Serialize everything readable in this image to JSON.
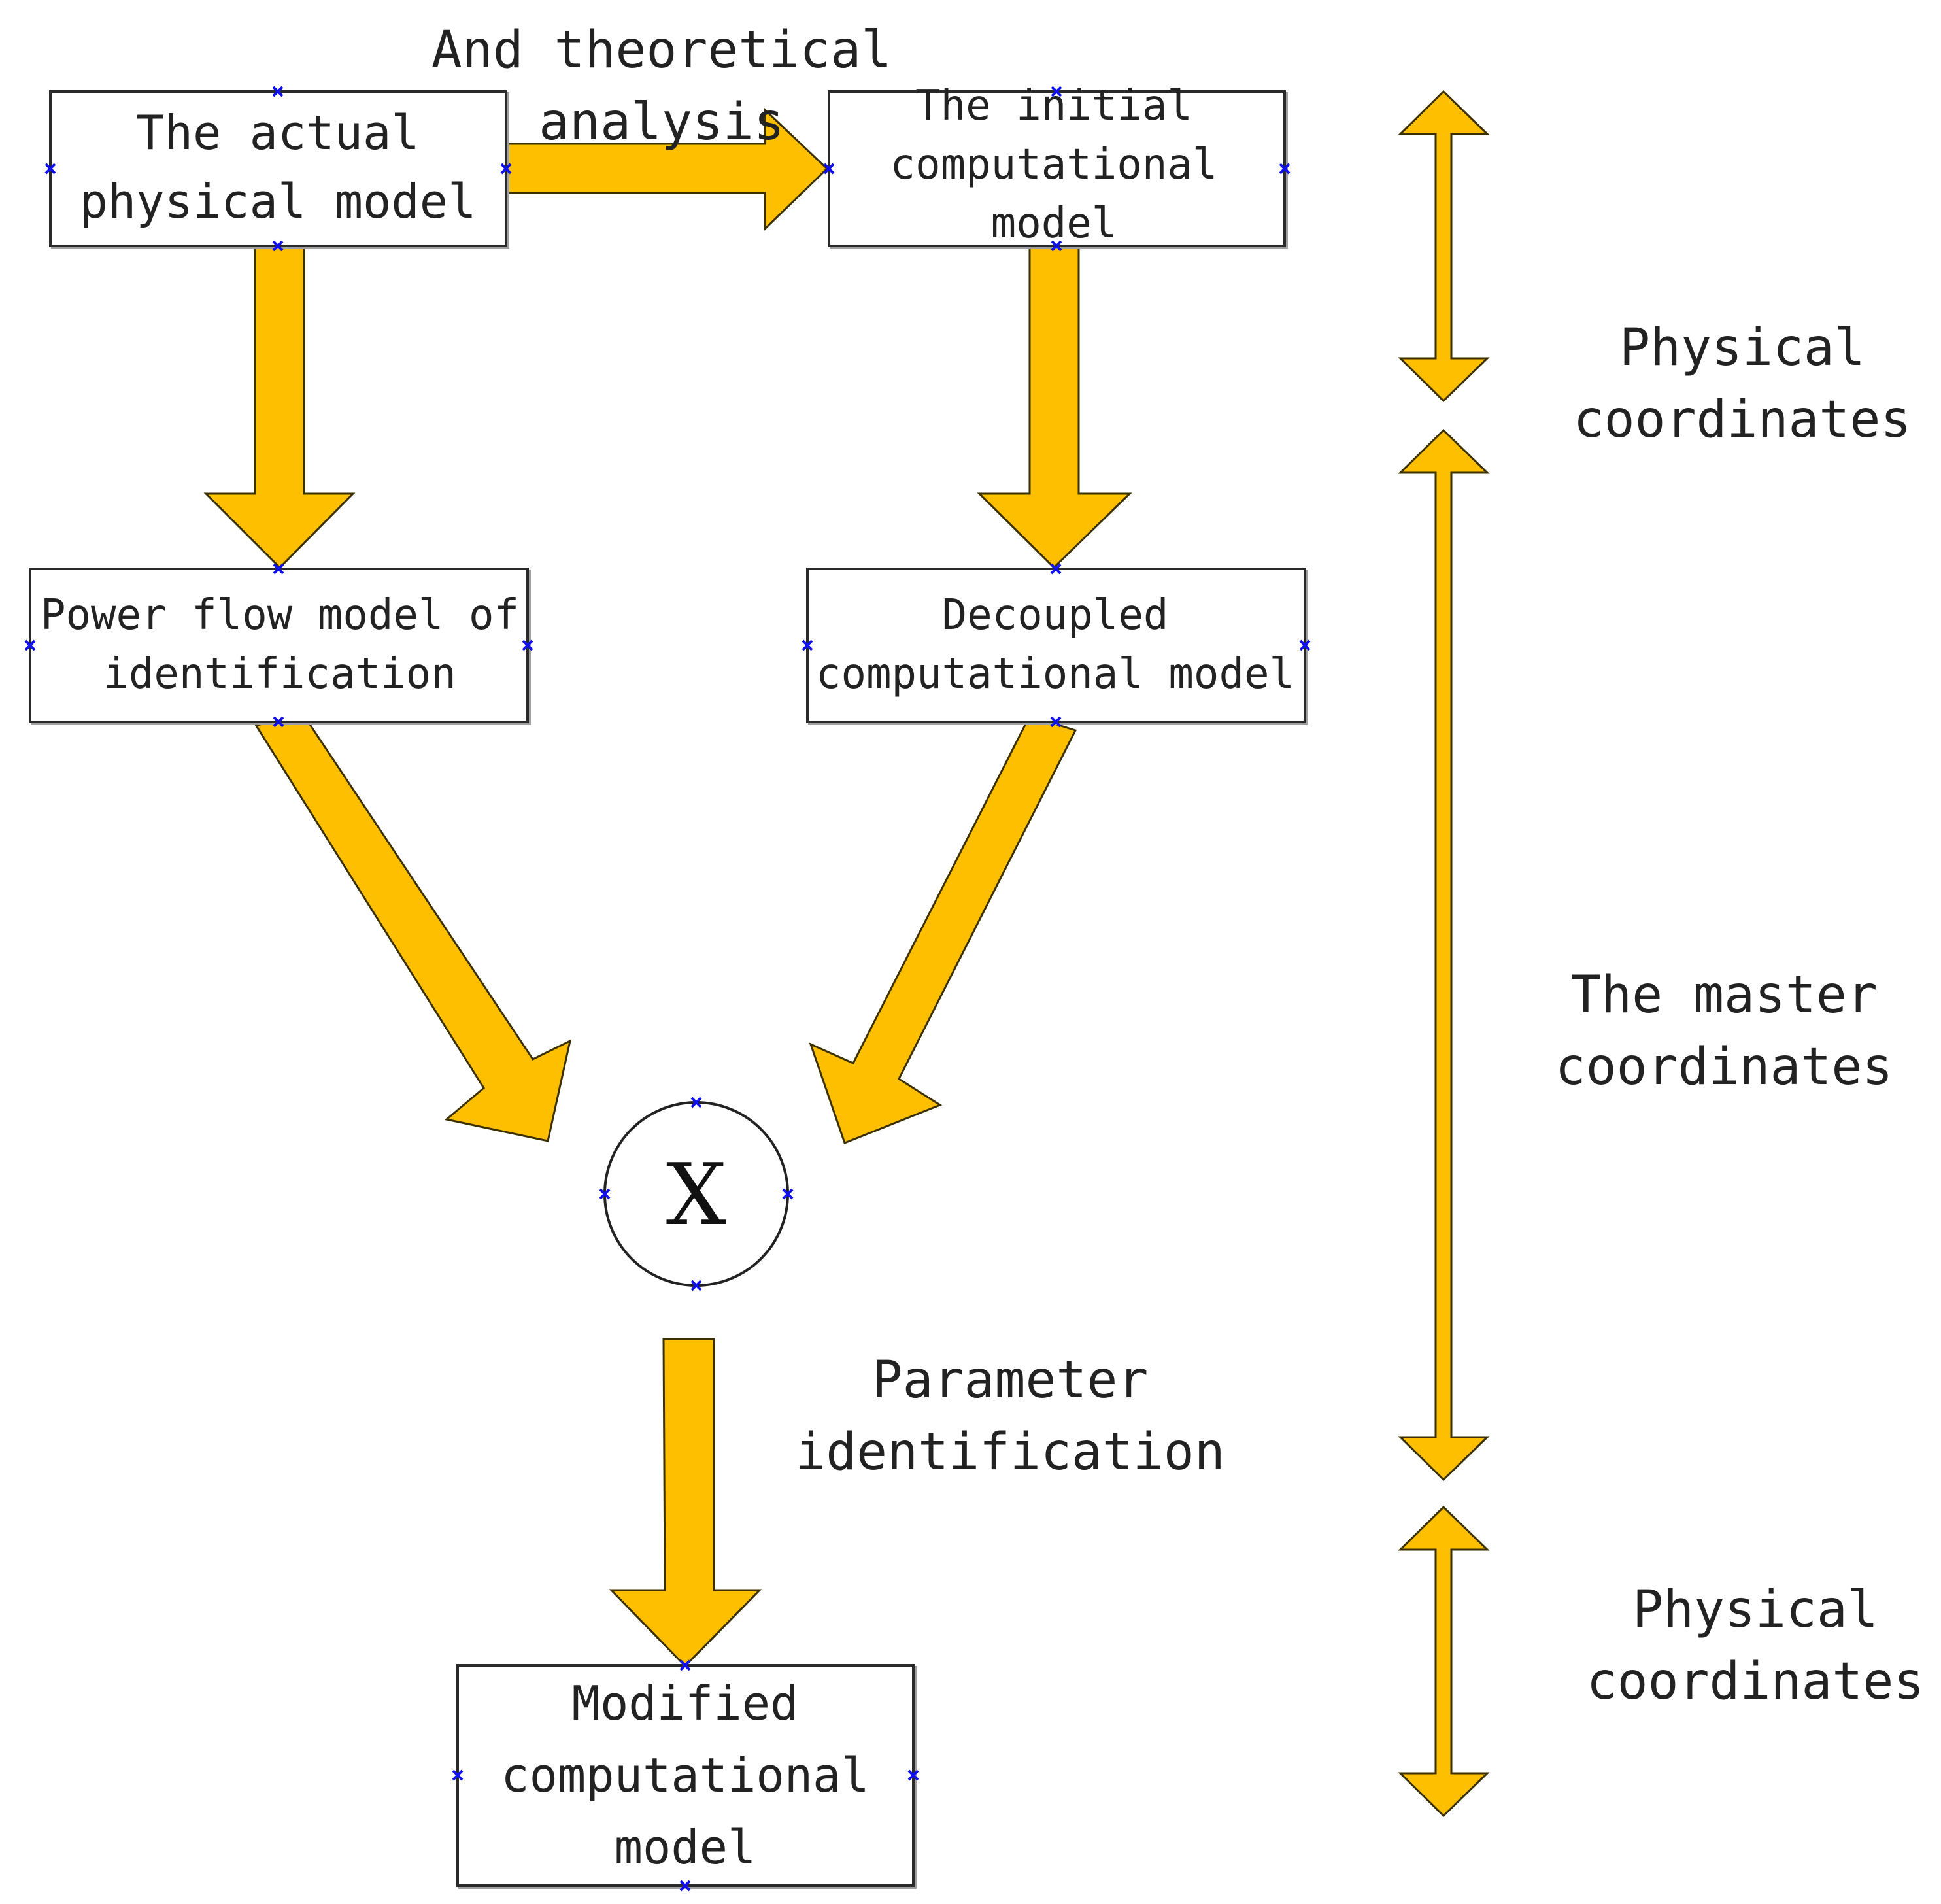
{
  "nodes": {
    "actual_physical_model": {
      "lines": [
        "The actual",
        "physical model"
      ]
    },
    "initial_computational_model": {
      "lines": [
        "The initial",
        "computational",
        "model"
      ]
    },
    "power_flow_model": {
      "lines": [
        "Power flow model of",
        "identification"
      ]
    },
    "decoupled_model": {
      "lines": [
        "Decoupled",
        "computational model"
      ]
    },
    "multiply_node": {
      "symbol": "X"
    },
    "modified_model": {
      "lines": [
        "Modified",
        "computational",
        "model"
      ]
    }
  },
  "edge_labels": {
    "theoretical_analysis": [
      "And theoretical",
      "analysis"
    ],
    "parameter_identification": [
      "Parameter",
      "identification"
    ]
  },
  "coordinate_bands": {
    "top": [
      "Physical",
      "coordinates"
    ],
    "middle": [
      "The master",
      "coordinates"
    ],
    "bottom": [
      "Physical",
      "coordinates"
    ]
  },
  "colors": {
    "arrow_fill": "#FDBF00",
    "handle": "#1010EE"
  }
}
